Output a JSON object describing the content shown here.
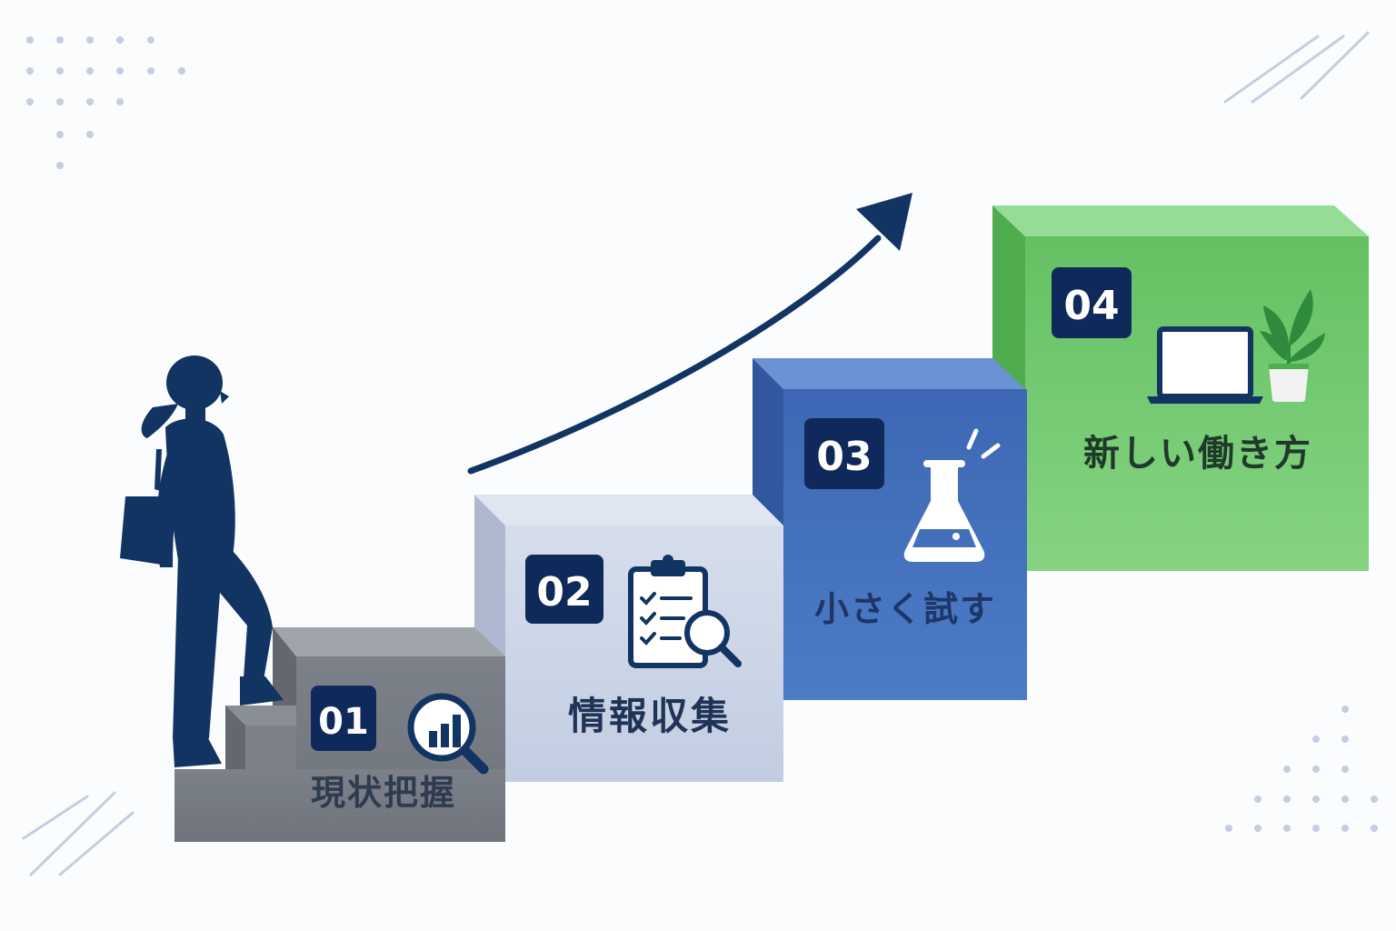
{
  "steps": [
    {
      "number": "01",
      "label": "現状把握",
      "icon": "magnifier-chart-icon",
      "color": "#7b8087"
    },
    {
      "number": "02",
      "label": "情報収集",
      "icon": "clipboard-search-icon",
      "color": "#c9d3e6"
    },
    {
      "number": "03",
      "label": "小さく試す",
      "icon": "flask-icon",
      "color": "#4470bb"
    },
    {
      "number": "04",
      "label": "新しい働き方",
      "icon": "laptop-plant-icon",
      "color": "#6cc46a"
    }
  ],
  "colors": {
    "navy": "#123462",
    "badge": "#0f2a5a",
    "decor": "#c5cde0"
  },
  "figure": {
    "icon": "woman-climbing-stairs-icon"
  },
  "arrow": {
    "icon": "growth-arrow-icon"
  }
}
